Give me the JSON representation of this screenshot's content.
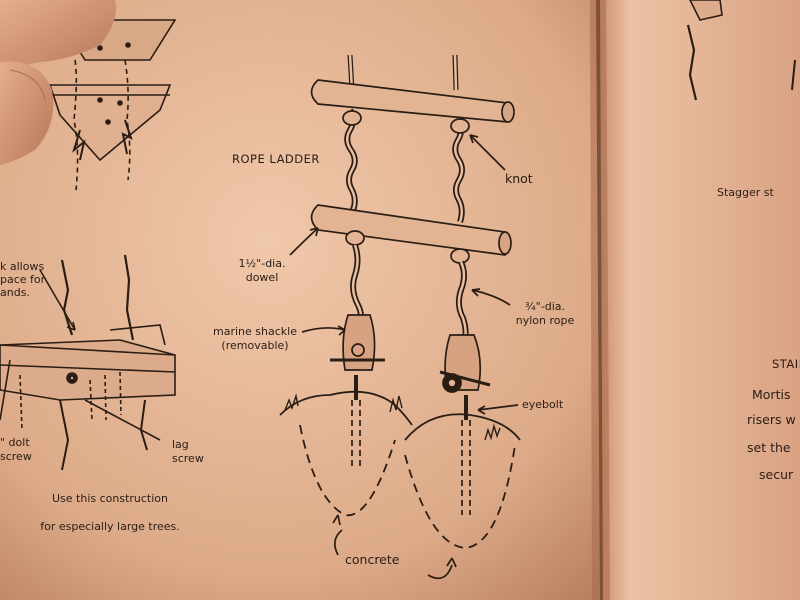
{
  "page": {
    "colors": {
      "paper": "#e8bca0",
      "paper_shadow": "#b07c5c",
      "ink": "#2a1d14",
      "skin": "#d89c7a"
    }
  },
  "left_page": {
    "note_allow": [
      "k allows",
      "pace for",
      "ands."
    ],
    "bolt": [
      "\" dolt",
      "screw"
    ],
    "lag_screw": [
      "lag",
      "screw"
    ],
    "caption": [
      "Use this construction",
      "for especially large trees."
    ]
  },
  "center_figure": {
    "title": "ROPE LADDER",
    "knot": "knot",
    "dowel": [
      "1½\"-dia.",
      "dowel"
    ],
    "rope": [
      "¾\"-dia.",
      "nylon rope"
    ],
    "shackle": [
      "marine shackle",
      "(removable)"
    ],
    "eyebolt": "eyebolt",
    "concrete": "concrete"
  },
  "right_page": {
    "stagger": "Stagger st",
    "stairs_heading": "STAIRS",
    "stairs_text": [
      "Mortis",
      "risers w",
      "set the",
      "secur"
    ]
  }
}
